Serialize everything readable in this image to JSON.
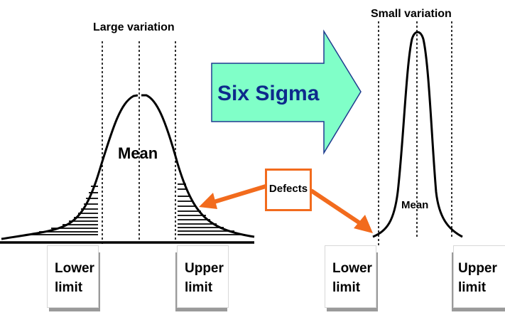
{
  "colors": {
    "arrow_fill": "#80ffc8",
    "arrow_stroke": "#1f3b8f",
    "arrow_text": "#0d2a8c",
    "defects_accent": "#f26b1d",
    "curve": "#000000",
    "shadow": "#9a9a9a"
  },
  "left_panel": {
    "title": "Large variation",
    "mean_label": "Mean",
    "lower_limit": {
      "line1": "Lower",
      "line2": "limit"
    },
    "upper_limit": {
      "line1": "Upper",
      "line2": "limit"
    }
  },
  "center": {
    "arrow_label": "Six Sigma",
    "defects_label": "Defects"
  },
  "right_panel": {
    "title": "Small variation",
    "mean_label": "Mean",
    "lower_limit": {
      "line1": "Lower",
      "line2": "limit"
    },
    "upper_limit": {
      "line1": "Upper",
      "line2": "limit"
    }
  },
  "icons": {
    "arrow": "right-block-arrow",
    "pointer": "orange-callout-arrow"
  }
}
